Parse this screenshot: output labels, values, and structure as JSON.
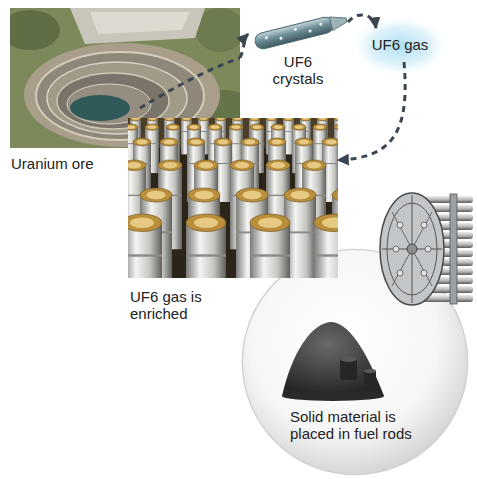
{
  "diagram": {
    "nodes": [
      {
        "text": [
          "Uranium ore"
        ]
      },
      {
        "text": [
          "UF6 crystals"
        ]
      },
      {
        "text": [
          "UF6 gas"
        ]
      },
      {
        "text": [
          "UF6 gas is enriched"
        ]
      },
      {
        "text": [
          "Solid material is placed in fuel rods"
        ]
      }
    ],
    "edges": [
      {
        "from": 0,
        "to": 1,
        "arrow": "to"
      },
      {
        "from": 1,
        "to": 2,
        "arrow": "to"
      },
      {
        "from": 2,
        "to": 3,
        "arrow": "to"
      }
    ]
  }
}
